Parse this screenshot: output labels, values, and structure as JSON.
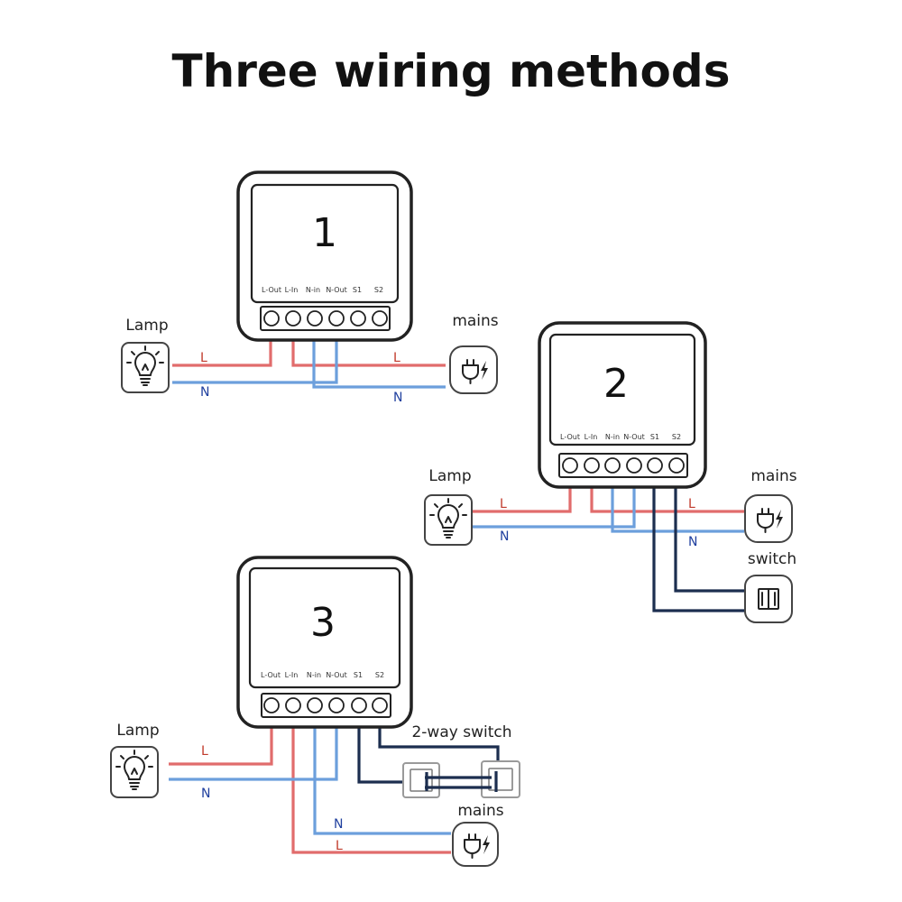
{
  "title": "Three wiring methods",
  "terminals": [
    "L-Out",
    "L-In",
    "N-in",
    "N-Out",
    "S1",
    "S2"
  ],
  "diagrams": [
    {
      "number": "1",
      "lamp_label": "Lamp",
      "mains_label": "mains",
      "wire_labels": {
        "lamp_live": "L",
        "lamp_neutral": "N",
        "mains_live": "L",
        "mains_neutral": "N"
      }
    },
    {
      "number": "2",
      "lamp_label": "Lamp",
      "mains_label": "mains",
      "switch_label": "switch",
      "wire_labels": {
        "lamp_live": "L",
        "lamp_neutral": "N",
        "mains_live": "L",
        "mains_neutral": "N"
      }
    },
    {
      "number": "3",
      "lamp_label": "Lamp",
      "mains_label": "mains",
      "switch_label": "2-way switch",
      "wire_labels": {
        "lamp_live": "L",
        "lamp_neutral": "N",
        "mains_live": "L",
        "mains_neutral": "N"
      }
    }
  ],
  "colors": {
    "live": "#e16c6c",
    "neutral": "#6c9fdc",
    "switch_wire": "#1c2e4f"
  }
}
